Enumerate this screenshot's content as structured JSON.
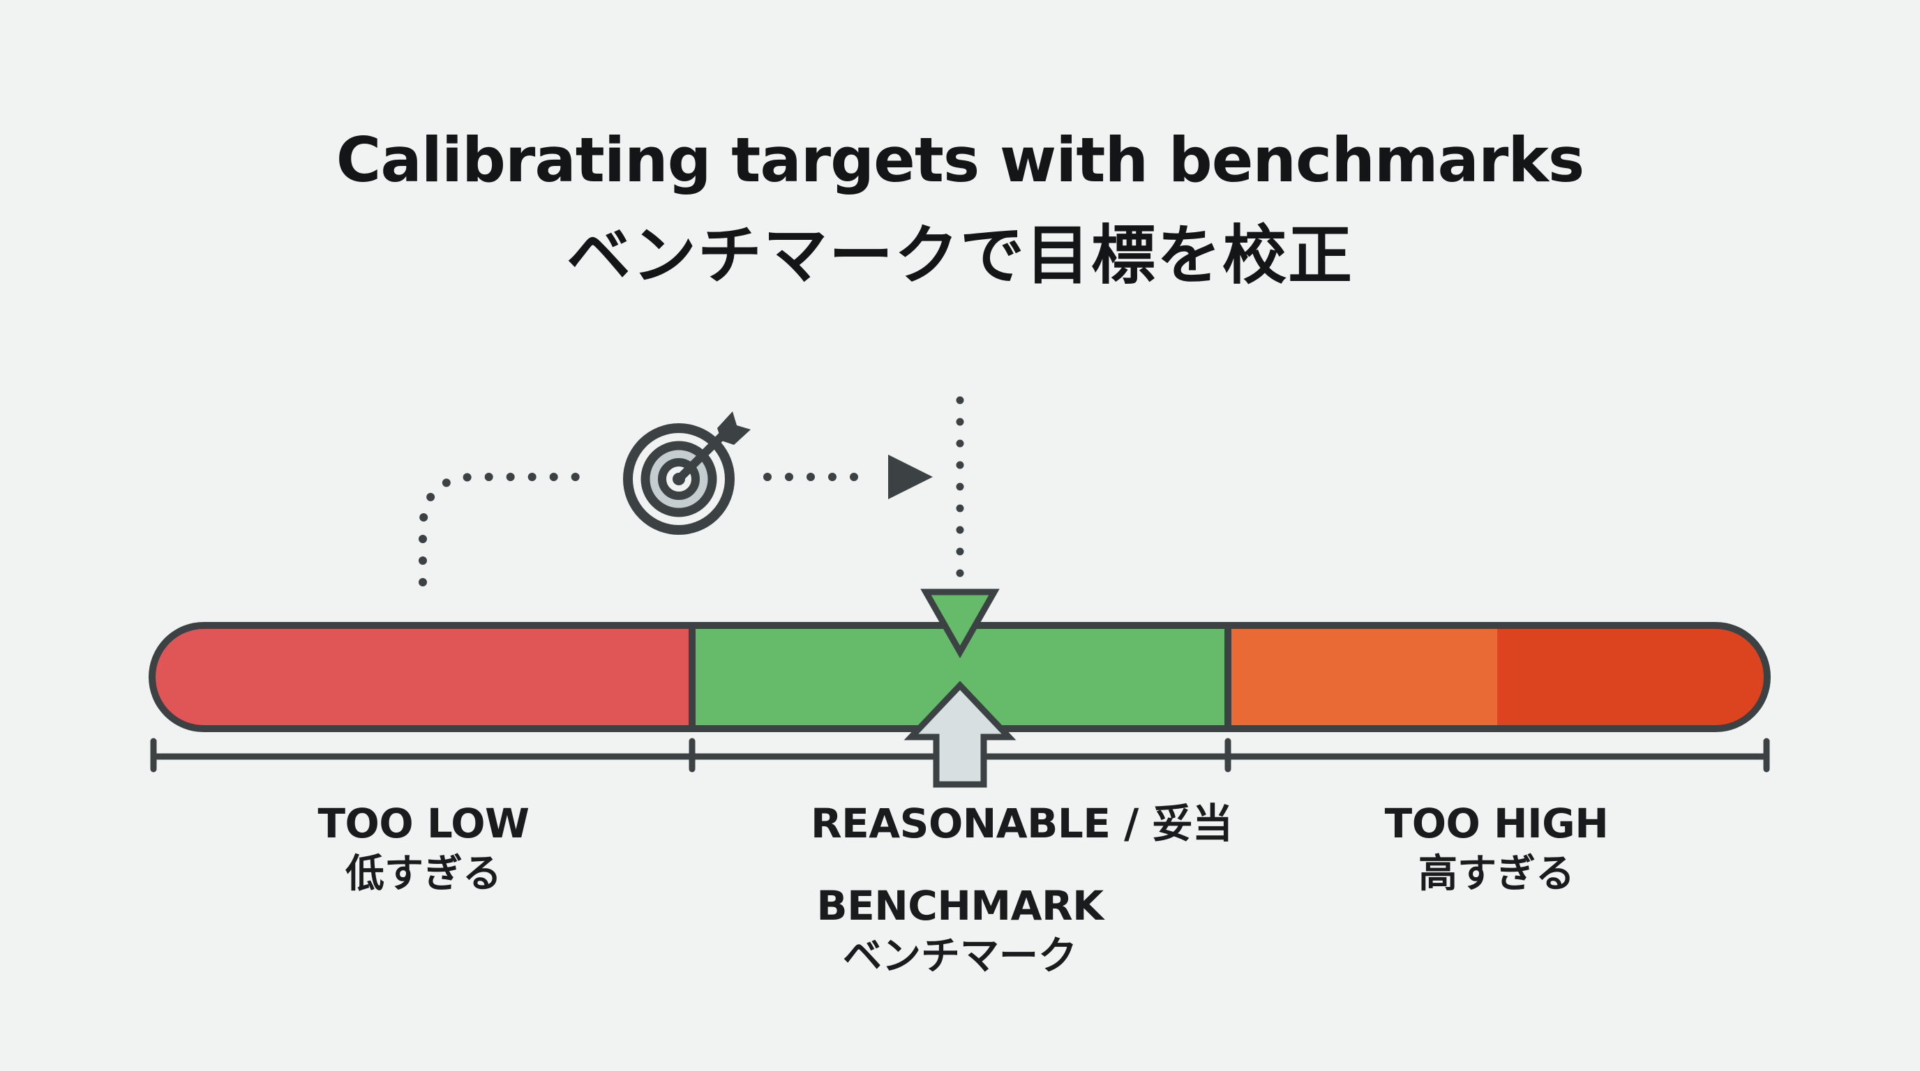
{
  "title": {
    "en": "Calibrating targets with benchmarks",
    "ja": "ベンチマークで目標を校正"
  },
  "zones": [
    {
      "key": "too_low",
      "label_en": "TOO LOW",
      "label_ja": "低すぎる",
      "color": "#e05555"
    },
    {
      "key": "reasonable",
      "label": "REASONABLE / 妥当",
      "color": "#66bb6a"
    },
    {
      "key": "too_high",
      "label_en": "TOO HIGH",
      "label_ja": "高すぎる",
      "colors": [
        "#ea6a35",
        "#db441f"
      ]
    }
  ],
  "benchmark": {
    "label_en": "BENCHMARK",
    "label_ja": "ベンチマーク"
  },
  "icons": {
    "target": "target-with-arrow-icon",
    "benchmark_marker": "up-arrow-icon",
    "target_marker": "down-triangle-icon"
  },
  "colors": {
    "outline": "#3c4144",
    "background": "#f1f2f2",
    "arrow_fill": "#d7dfe0"
  }
}
